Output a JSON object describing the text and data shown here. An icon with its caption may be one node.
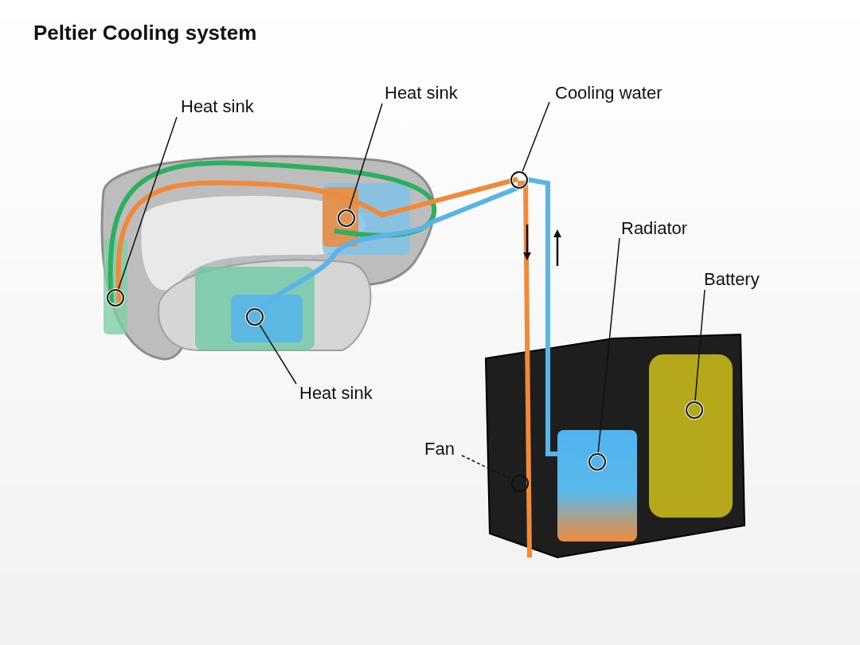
{
  "diagram": {
    "title": "Peltier Cooling system",
    "nodes": [
      {
        "text": [
          "Heat sink"
        ]
      },
      {
        "text": [
          "Heat sink"
        ]
      },
      {
        "text": [
          "Cooling water"
        ]
      },
      {
        "text": [
          "Radiator"
        ]
      },
      {
        "text": [
          "Battery"
        ]
      },
      {
        "text": [
          "Heat sink"
        ]
      },
      {
        "text": [
          "Fan"
        ]
      },
      {
        "text": [],
        "shape": "circle"
      },
      {
        "text": [],
        "shape": "circle"
      },
      {
        "text": [],
        "shape": "circle"
      },
      {
        "text": [],
        "shape": "circle"
      },
      {
        "text": [],
        "shape": "circle"
      },
      {
        "text": [],
        "shape": "circle"
      },
      {
        "text": [],
        "shape": "circle"
      }
    ],
    "edges": [
      {
        "from": 0,
        "to": 7,
        "arrow": "none"
      },
      {
        "from": 1,
        "to": 8,
        "arrow": "none"
      },
      {
        "from": 2,
        "to": 9,
        "arrow": "none"
      },
      {
        "from": 3,
        "to": 10,
        "arrow": "none"
      },
      {
        "from": 4,
        "to": 11,
        "arrow": "none"
      },
      {
        "from": 5,
        "to": 12,
        "arrow": "none"
      },
      {
        "from": 6,
        "to": 13,
        "arrow": "none",
        "style": "dashed"
      }
    ]
  }
}
